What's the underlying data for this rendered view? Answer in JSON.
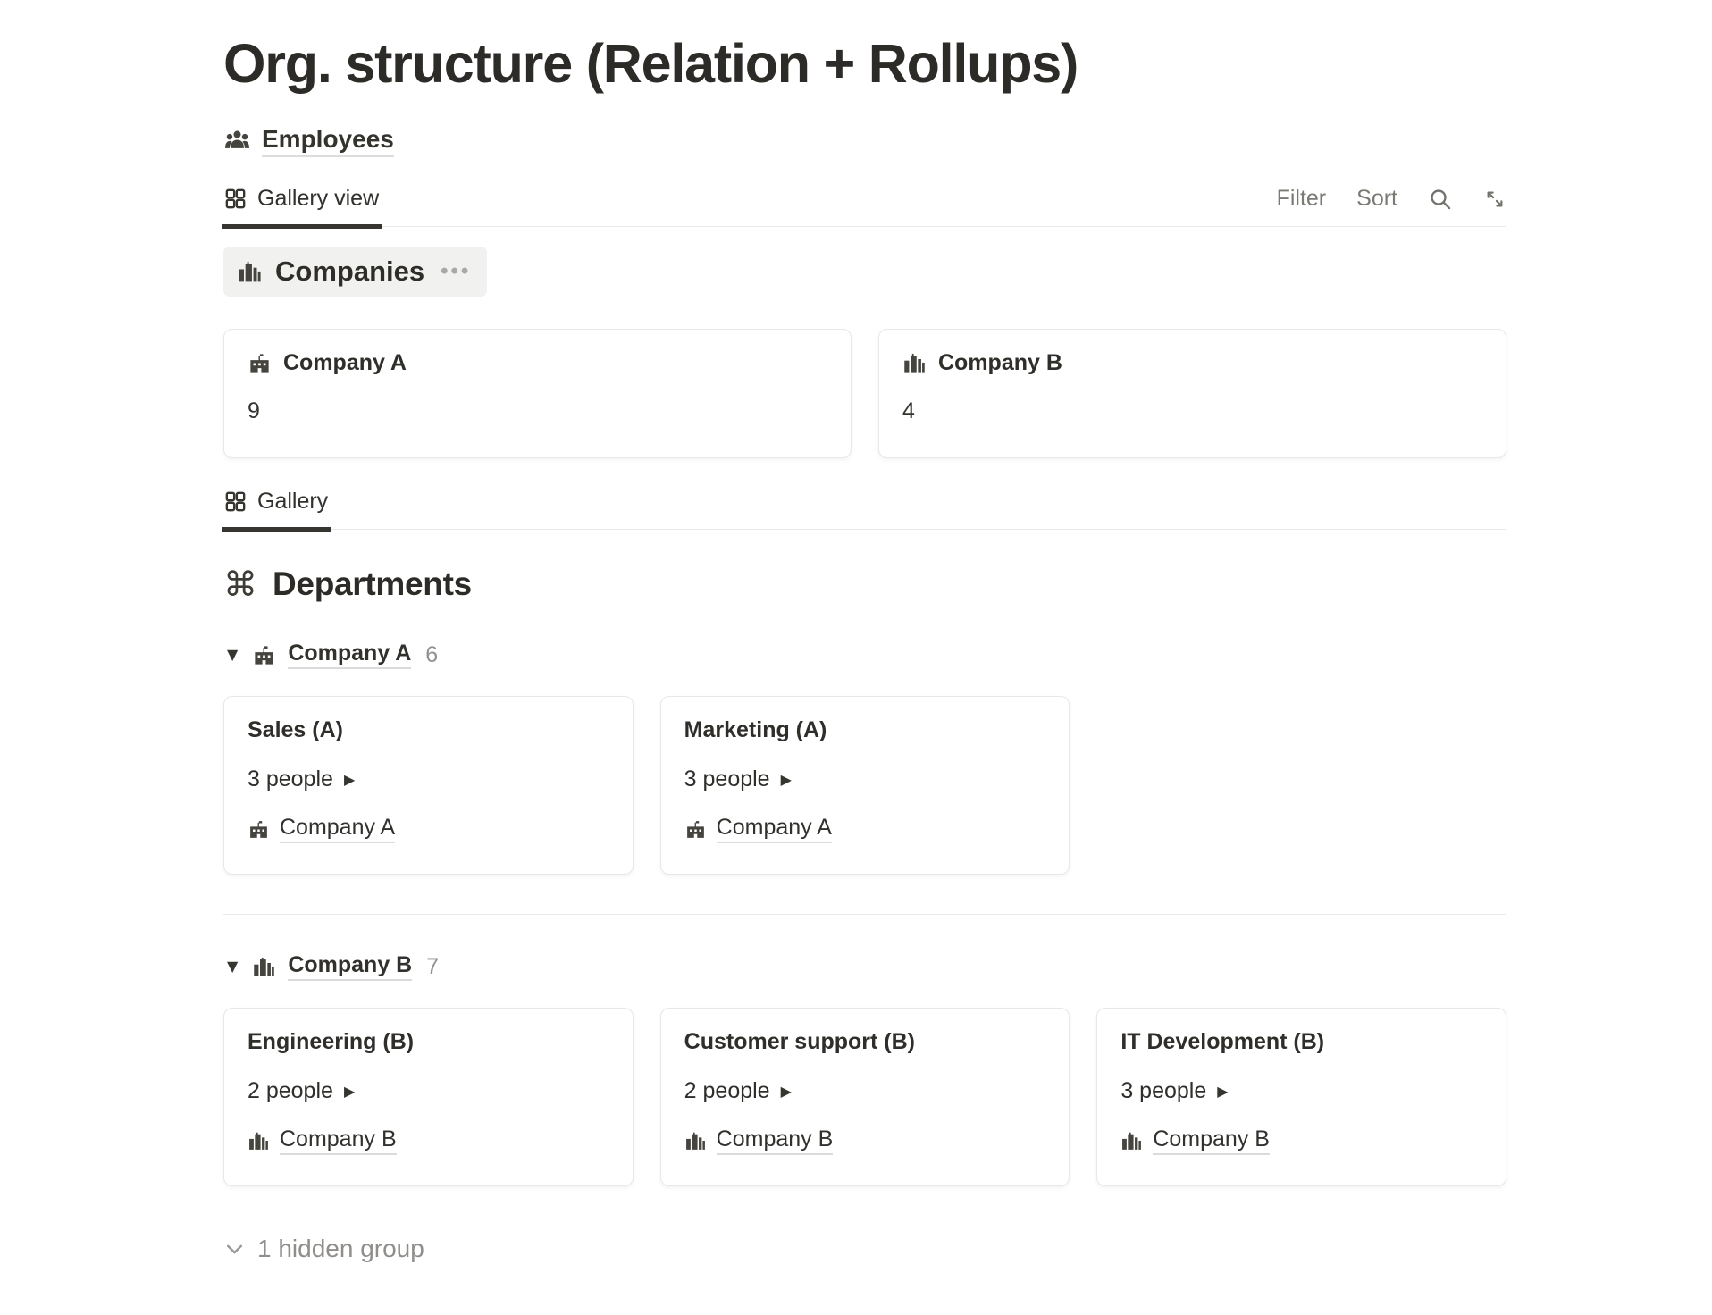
{
  "page": {
    "title": "Org. structure (Relation + Rollups)"
  },
  "breadcrumb": {
    "label": "Employees",
    "icon": "people-group-icon"
  },
  "companies_view": {
    "tab": {
      "label": "Gallery view",
      "icon": "gallery-grid-icon"
    },
    "toolbar": {
      "filter_label": "Filter",
      "sort_label": "Sort",
      "icons": [
        "search-icon",
        "expand-diagonal-icon"
      ]
    },
    "header": {
      "title": "Companies",
      "icon": "cityscape-icon",
      "menu_dots": "•••"
    },
    "cards": [
      {
        "icon": "school-building-icon",
        "title": "Company A",
        "rollup_count": "9"
      },
      {
        "icon": "cityscape-icon",
        "title": "Company B",
        "rollup_count": "4"
      }
    ]
  },
  "departments_view": {
    "tab": {
      "label": "Gallery",
      "icon": "gallery-grid-icon"
    },
    "header": {
      "title": "Departments",
      "icon": "command-icon",
      "glyph": "⌘"
    },
    "groups": [
      {
        "toggle_glyph": "▼",
        "icon": "school-building-icon",
        "label": "Company A",
        "count": "6",
        "cards": [
          {
            "title": "Sales (A)",
            "people": "3 people",
            "arrow_glyph": "▶",
            "relation": {
              "icon": "school-building-icon",
              "label": "Company A"
            }
          },
          {
            "title": "Marketing (A)",
            "people": "3 people",
            "arrow_glyph": "▶",
            "relation": {
              "icon": "school-building-icon",
              "label": "Company A"
            }
          }
        ]
      },
      {
        "toggle_glyph": "▼",
        "icon": "cityscape-icon",
        "label": "Company B",
        "count": "7",
        "cards": [
          {
            "title": "Engineering (B)",
            "people": "2 people",
            "arrow_glyph": "▶",
            "relation": {
              "icon": "cityscape-icon",
              "label": "Company B"
            }
          },
          {
            "title": "Customer support (B)",
            "people": "2 people",
            "arrow_glyph": "▶",
            "relation": {
              "icon": "cityscape-icon",
              "label": "Company B"
            }
          },
          {
            "title": "IT Development (B)",
            "people": "3 people",
            "arrow_glyph": "▶",
            "relation": {
              "icon": "cityscape-icon",
              "label": "Company B"
            }
          }
        ]
      }
    ],
    "hidden_group": {
      "label": "1 hidden group",
      "icon": "chevron-down-icon"
    }
  },
  "colors": {
    "text_dark": "#2f2e2a",
    "text_gray": "#787774",
    "count_gray": "#91918e",
    "divider": "#e9e9e7",
    "pill_bg": "#f1f1ef",
    "active_tab_underline": "#37352f",
    "card_border": "#e8e8e6"
  }
}
